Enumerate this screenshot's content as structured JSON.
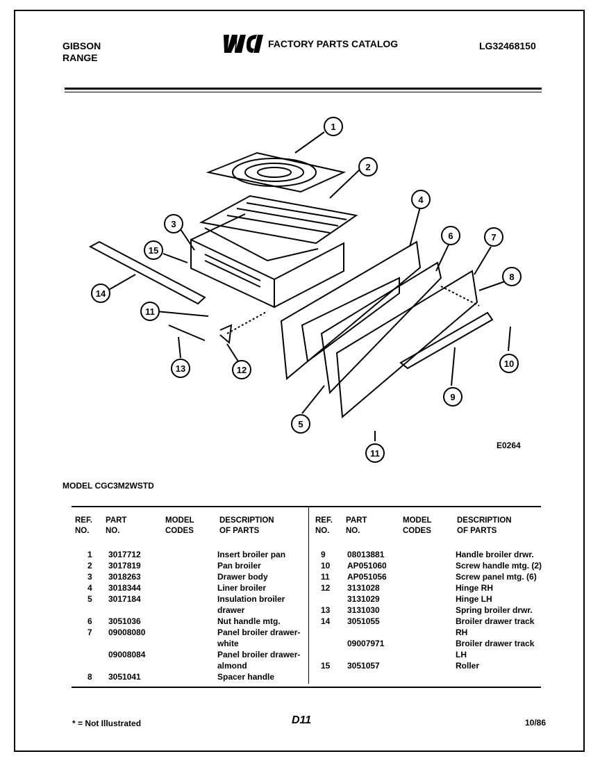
{
  "header": {
    "brand_line1": "GIBSON",
    "brand_line2": "RANGE",
    "logo_text": "WCI",
    "catalog_title": "FACTORY PARTS CATALOG",
    "catalog_number": "LG32468150"
  },
  "diagram": {
    "figure_code": "E0264",
    "callouts": [
      "1",
      "2",
      "3",
      "4",
      "5",
      "6",
      "7",
      "8",
      "9",
      "10",
      "11",
      "11",
      "12",
      "13",
      "14",
      "15"
    ]
  },
  "model": "MODEL CGC3M2WSTD",
  "table": {
    "headers": {
      "ref": [
        "REF.",
        "NO."
      ],
      "part": [
        "PART",
        "NO."
      ],
      "codes": [
        "MODEL",
        "CODES"
      ],
      "desc": [
        "DESCRIPTION",
        "OF PARTS"
      ]
    },
    "left": {
      "ref": [
        "1",
        "2",
        "3",
        "4",
        "5",
        "",
        "6",
        "7",
        "",
        "",
        "",
        "8"
      ],
      "part": [
        "3017712",
        "3017819",
        "3018263",
        "3018344",
        "3017184",
        "",
        "3051036",
        "09008080",
        "",
        "09008084",
        "",
        "3051041"
      ],
      "desc": [
        "Insert broiler pan",
        "Pan broiler",
        "Drawer body",
        "Liner broiler",
        "Insulation broiler",
        "drawer",
        "Nut handle mtg.",
        "Panel broiler drawer-",
        "white",
        "Panel broiler drawer-",
        "almond",
        "Spacer handle"
      ]
    },
    "right": {
      "ref": [
        "9",
        "10",
        "11",
        "12",
        "",
        "13",
        "14",
        "",
        "",
        "",
        "15"
      ],
      "part": [
        "08013881",
        "AP051060",
        "AP051056",
        "3131028",
        "3131029",
        "3131030",
        "3051055",
        "",
        "09007971",
        "",
        "3051057"
      ],
      "desc": [
        "Handle broiler drwr.",
        "Screw handle mtg. (2)",
        "Screw panel mtg. (6)",
        "Hinge RH",
        "Hinge LH",
        "Spring broiler drwr.",
        "Broiler drawer track",
        "RH",
        "Broiler drawer track",
        "LH",
        "Roller"
      ]
    }
  },
  "footer": {
    "note": "* = Not Illustrated",
    "page": "D11",
    "date": "10/86"
  }
}
